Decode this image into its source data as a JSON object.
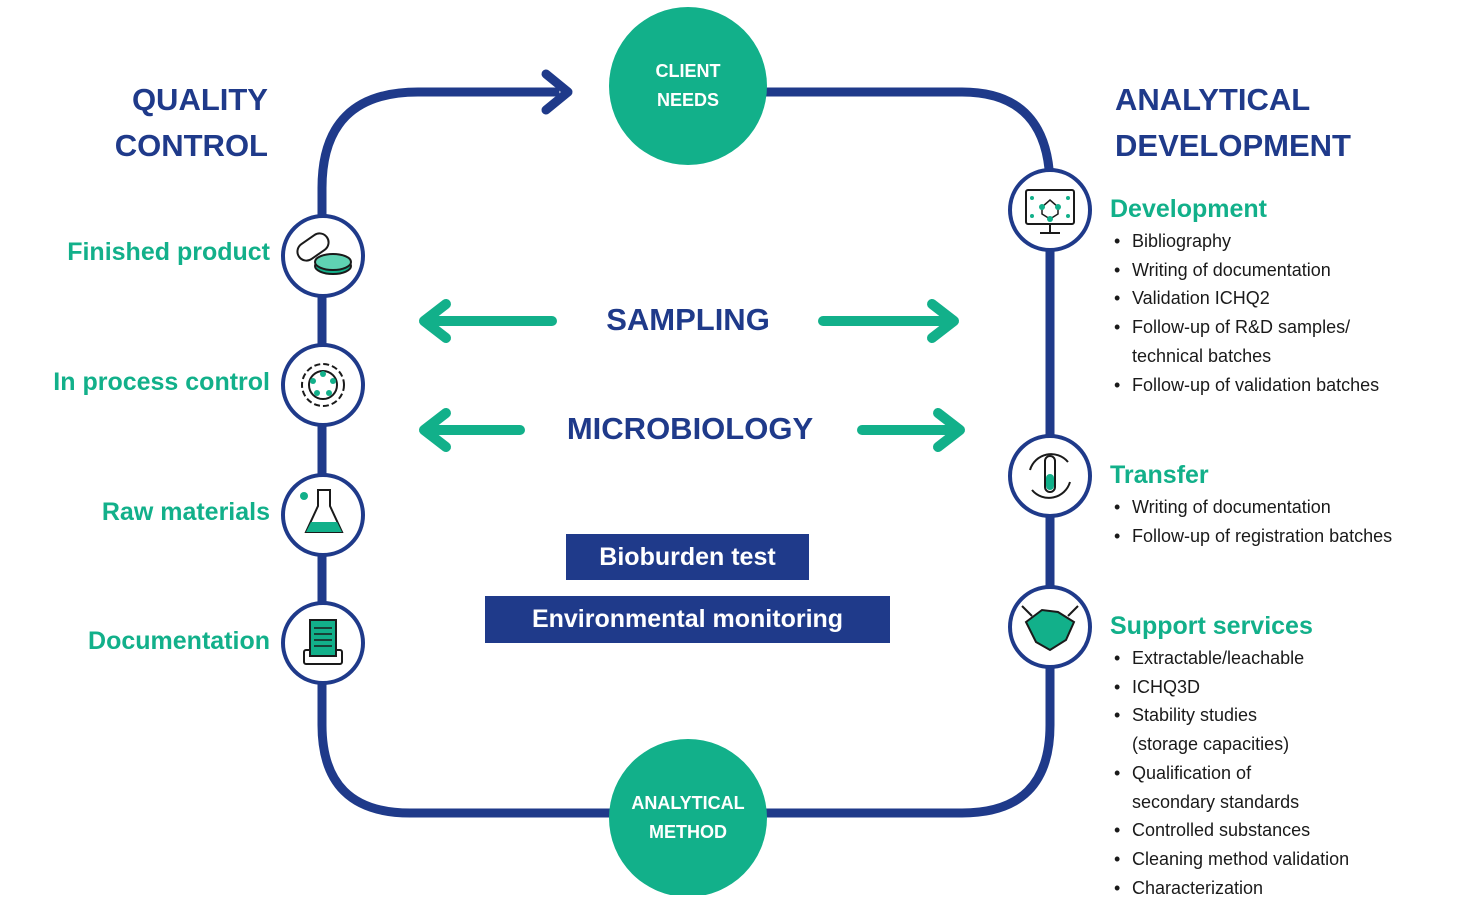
{
  "quality_control": {
    "title_line1": "QUALITY",
    "title_line2": "CONTROL",
    "items": [
      {
        "label": "Finished product"
      },
      {
        "label": "In process control"
      },
      {
        "label": "Raw materials"
      },
      {
        "label": "Documentation"
      }
    ]
  },
  "client_needs": {
    "line1": "CLIENT",
    "line2": "NEEDS"
  },
  "analytical_method": {
    "line1": "ANALYTICAL",
    "line2": "METHOD"
  },
  "center": {
    "sampling": "SAMPLING",
    "microbiology": "MICROBIOLOGY",
    "bioburden": "Bioburden test",
    "environmental": "Environmental monitoring"
  },
  "analytical_development": {
    "title_line1": "ANALYTICAL",
    "title_line2": "DEVELOPMENT",
    "sections": [
      {
        "heading": "Development",
        "items": [
          "Bibliography",
          "Writing of documentation",
          "Validation ICHQ2",
          "Follow-up of R&D samples/",
          "Follow-up of validation batches"
        ],
        "continuation": "technical batches"
      },
      {
        "heading": "Transfer",
        "items": [
          "Writing of documentation",
          "Follow-up of registration batches"
        ]
      },
      {
        "heading": "Support services",
        "items": [
          "Extractable/leachable",
          "ICHQ3D",
          "Stability studies",
          "Qualification of",
          "Controlled substances",
          "Cleaning method validation",
          "Characterization"
        ],
        "continuations": {
          "stability": "(storage capacities)",
          "qualification": "secondary standards"
        }
      }
    ]
  },
  "colors": {
    "navy": "#1f3a8a",
    "green": "#12b08a"
  },
  "icons": [
    "pills-icon",
    "gear-icon",
    "flask-icon",
    "document-icon",
    "monitor-molecule-icon",
    "test-tube-cycle-icon",
    "handshake-icon",
    "arrow-right-icon",
    "arrow-left-icon"
  ]
}
